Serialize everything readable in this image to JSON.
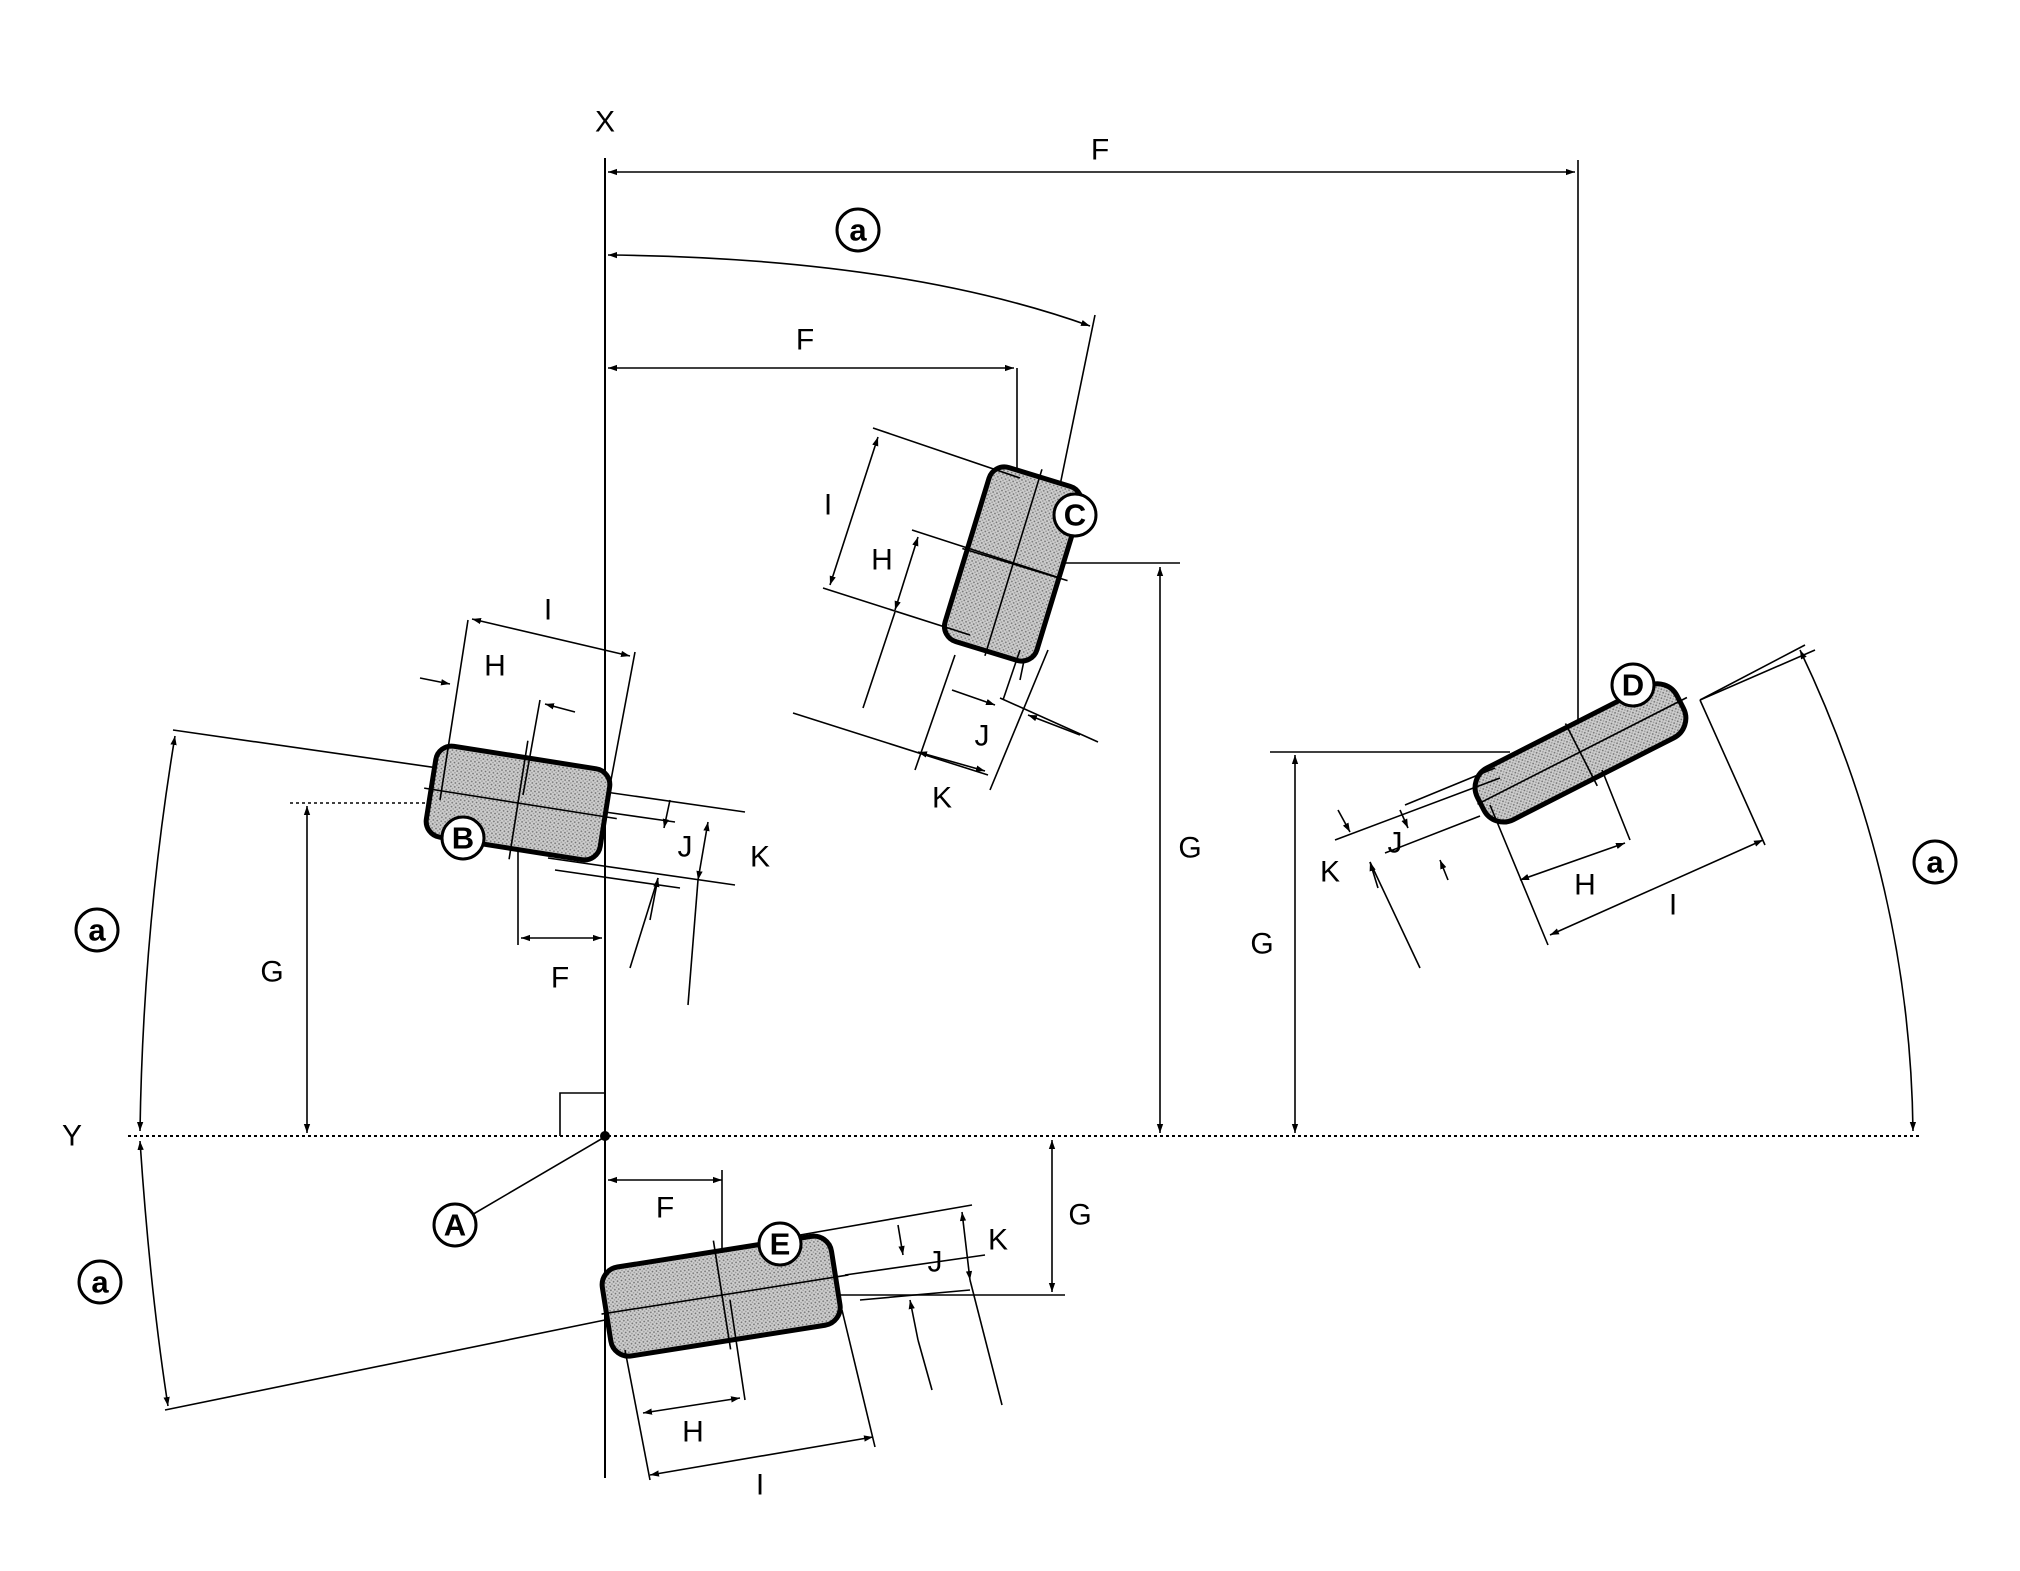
{
  "axes": {
    "x": "X",
    "y": "Y"
  },
  "labels": {
    "a": "a",
    "F": "F",
    "G": "G",
    "H": "H",
    "I": "I",
    "J": "J",
    "K": "K"
  },
  "points": {
    "A": "A",
    "B": "B",
    "C": "C",
    "D": "D",
    "E": "E"
  }
}
